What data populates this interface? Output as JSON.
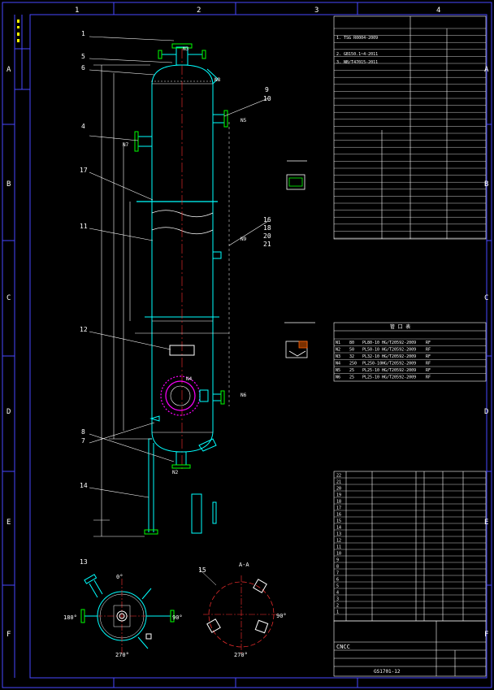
{
  "frame": {
    "grid_columns": [
      "1",
      "2",
      "3",
      "4"
    ],
    "grid_rows": [
      "A",
      "B",
      "C",
      "D",
      "E",
      "F"
    ]
  },
  "balloons": [
    "1",
    "5",
    "6",
    "4",
    "17",
    "11",
    "12",
    "8",
    "7",
    "14",
    "9",
    "10",
    "16",
    "18",
    "20",
    "21",
    "13",
    "15"
  ],
  "nozzles": {
    "n3": "N3",
    "n1": "N1",
    "n4": "N4",
    "n5": "N5",
    "n2": "N2",
    "n6": "N6",
    "n7": "N7",
    "n8": "N8",
    "n9": "N9"
  },
  "views": {
    "section_aa": "A-A",
    "angle_0": "0°",
    "angle_90": "90°",
    "angle_180": "180°",
    "angle_270": "270°"
  },
  "spec_standards": [
    "1. TSG R0004-2009",
    "2. GB150.1~4-2011",
    "3. NB/T47015-2011"
  ],
  "nozzle_table": {
    "title": "管 口 表",
    "rows": [
      [
        "N1",
        "80",
        "PL80-10",
        "HG/T20592-2009",
        "RF"
      ],
      [
        "N2",
        "50",
        "PL50-10",
        "HG/T20592-2009",
        "RF"
      ],
      [
        "N3",
        "32",
        "PL32-10",
        "HG/T20592-2009",
        "RF"
      ],
      [
        "N4",
        "250",
        "PL250-10",
        "HG/T20592-2009",
        "RF"
      ],
      [
        "N5",
        "25",
        "PL25-10",
        "HG/T20592-2009",
        "RF"
      ],
      [
        "N6",
        "25",
        "PL25-10",
        "HG/T20592-2009",
        "RF"
      ]
    ]
  },
  "parts_list": {
    "rows": [
      [
        "22"
      ],
      [
        "21"
      ],
      [
        "20"
      ],
      [
        "19"
      ],
      [
        "18"
      ],
      [
        "17"
      ],
      [
        "16"
      ],
      [
        "15"
      ],
      [
        "14"
      ],
      [
        "13"
      ],
      [
        "12"
      ],
      [
        "11"
      ],
      [
        "10"
      ],
      [
        "9"
      ],
      [
        "8"
      ],
      [
        "7"
      ],
      [
        "6"
      ],
      [
        "5"
      ],
      [
        "4"
      ],
      [
        "3"
      ],
      [
        "2"
      ],
      [
        "1"
      ]
    ]
  },
  "title_block": {
    "company": "CNCC",
    "drawing_no": "GS1701-12"
  },
  "colors": {
    "background": "#000000",
    "frame": "#4040ff",
    "outline": "#00ffff",
    "detail": "#ffffff",
    "leader": "#ffffff",
    "center": "#ff3030",
    "nozzle_flange": "#00ff00",
    "text": "#ffffff",
    "highlight": "#ffff00",
    "manway": "#ff00ff"
  }
}
